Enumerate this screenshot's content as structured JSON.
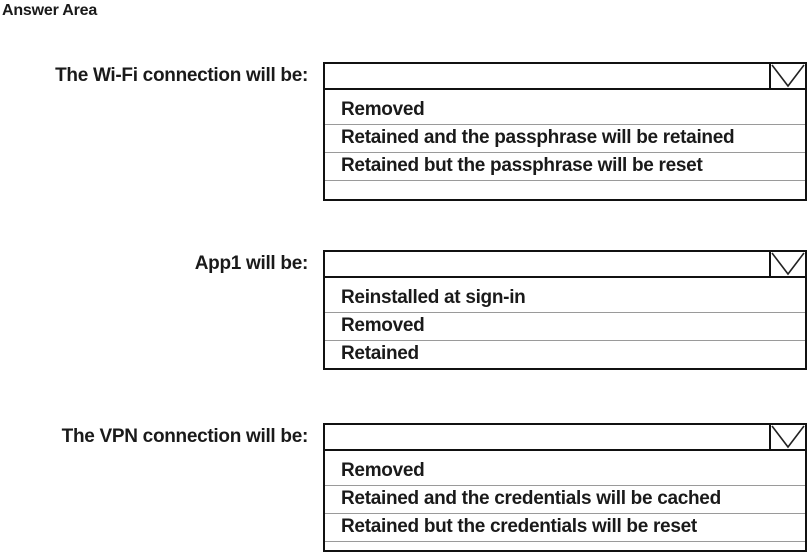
{
  "title": "Answer Area",
  "colors": {
    "background": "#ffffff",
    "text": "#1a1a1a",
    "box_border": "#111111",
    "option_separator": "#9a9a9a"
  },
  "icons": {
    "dropdown_arrow": "chevron-down-icon"
  },
  "groups": [
    {
      "label": "The Wi-Fi connection will be:",
      "selected": "",
      "options": [
        "Removed",
        "Retained and the passphrase will be retained",
        "Retained but the passphrase will be reset"
      ]
    },
    {
      "label": "App1 will be:",
      "selected": "",
      "options": [
        "Reinstalled at sign-in",
        "Removed",
        "Retained"
      ]
    },
    {
      "label": "The VPN connection will be:",
      "selected": "",
      "options": [
        "Removed",
        "Retained and the credentials will be cached",
        "Retained but the credentials will be reset"
      ]
    }
  ]
}
